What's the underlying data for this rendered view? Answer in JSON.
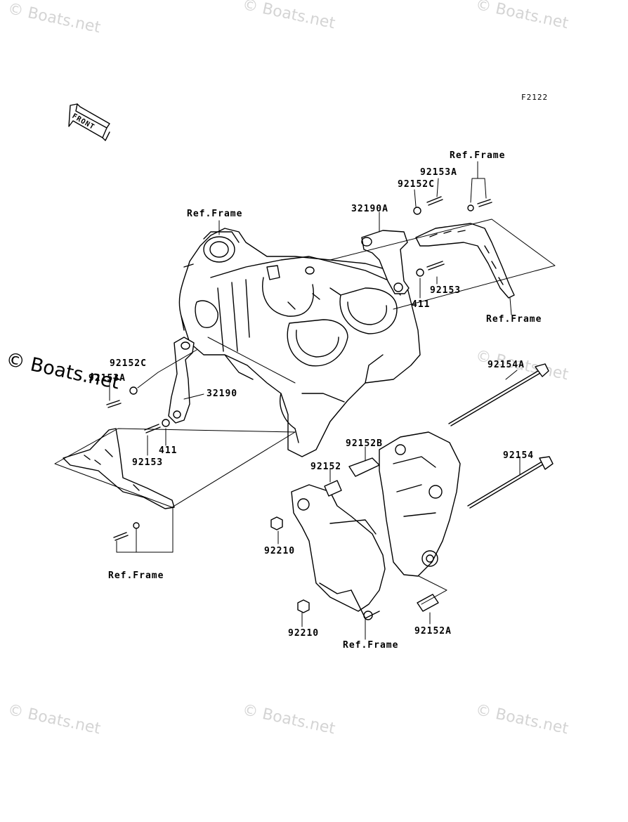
{
  "watermarks": [
    "© Boats.net",
    "© Boats.net",
    "© Boats.net",
    "© Boats.net",
    "© Boats.net",
    "© Boats.net",
    "© Boats.net"
  ],
  "main_watermark": "© Boats.net",
  "figure_code": "F2122",
  "front_arrow_text": "FRONT",
  "labels": {
    "ref_frame_top": "Ref.Frame",
    "ref_frame_upper_left": "Ref.Frame",
    "p92153A_top": "92153A",
    "p92152C_top": "92152C",
    "p32190A": "32190A",
    "p92153_top": "92153",
    "p411_top": "411",
    "ref_frame_right": "Ref.Frame",
    "p92152C_left": "92152C",
    "p92153A_left": "92153A",
    "p32190": "32190",
    "p411_left": "411",
    "p92153_left": "92153",
    "ref_frame_bottom_left": "Ref.Frame",
    "p92154A": "92154A",
    "p92152B": "92152B",
    "p92152": "92152",
    "p92154": "92154",
    "p92210_a": "92210",
    "p92210_b": "92210",
    "ref_frame_bottom": "Ref.Frame",
    "p92152A": "92152A"
  }
}
